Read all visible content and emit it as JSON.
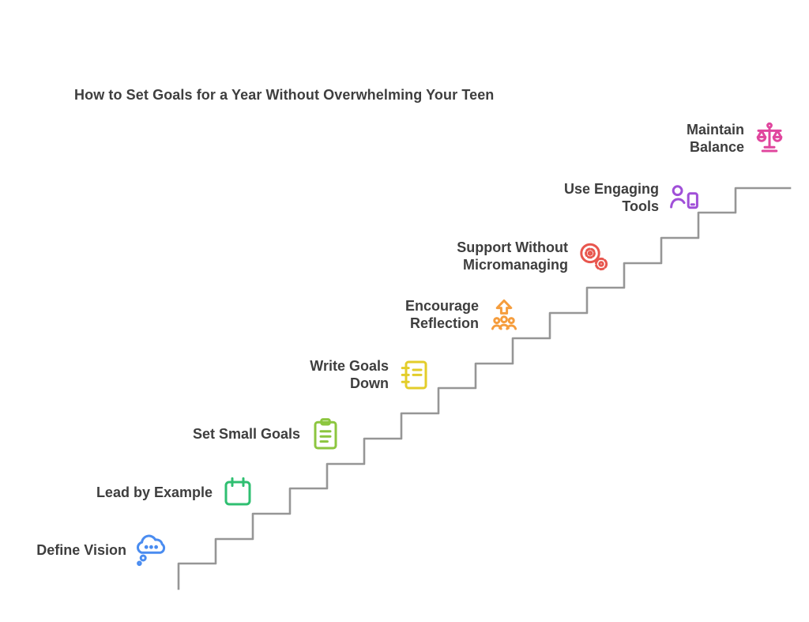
{
  "title": "How to Set Goals for a Year Without Overwhelming Your Teen",
  "steps": [
    {
      "label": "Define Vision",
      "icon": "thought-bubble-icon",
      "color": "#4a8cf0"
    },
    {
      "label": "Lead by Example",
      "icon": "calendar-icon",
      "color": "#2fbf71"
    },
    {
      "label": "Set Small Goals",
      "icon": "clipboard-checklist-icon",
      "color": "#8cc63f"
    },
    {
      "label": "Write Goals\nDown",
      "icon": "notebook-icon",
      "color": "#e3cd2a"
    },
    {
      "label": "Encourage\nReflection",
      "icon": "growth-people-icon",
      "color": "#f59d3d"
    },
    {
      "label": "Support Without\nMicromanaging",
      "icon": "person-gears-icon",
      "color": "#e8564e"
    },
    {
      "label": "Use Engaging\nTools",
      "icon": "person-device-icon",
      "color": "#a04fd8"
    },
    {
      "label": "Maintain\nBalance",
      "icon": "balance-scale-icon",
      "color": "#e0469e"
    }
  ],
  "colors": {
    "staircase": "#969696",
    "text": "#3e3e3e",
    "background": "#ffffff"
  }
}
